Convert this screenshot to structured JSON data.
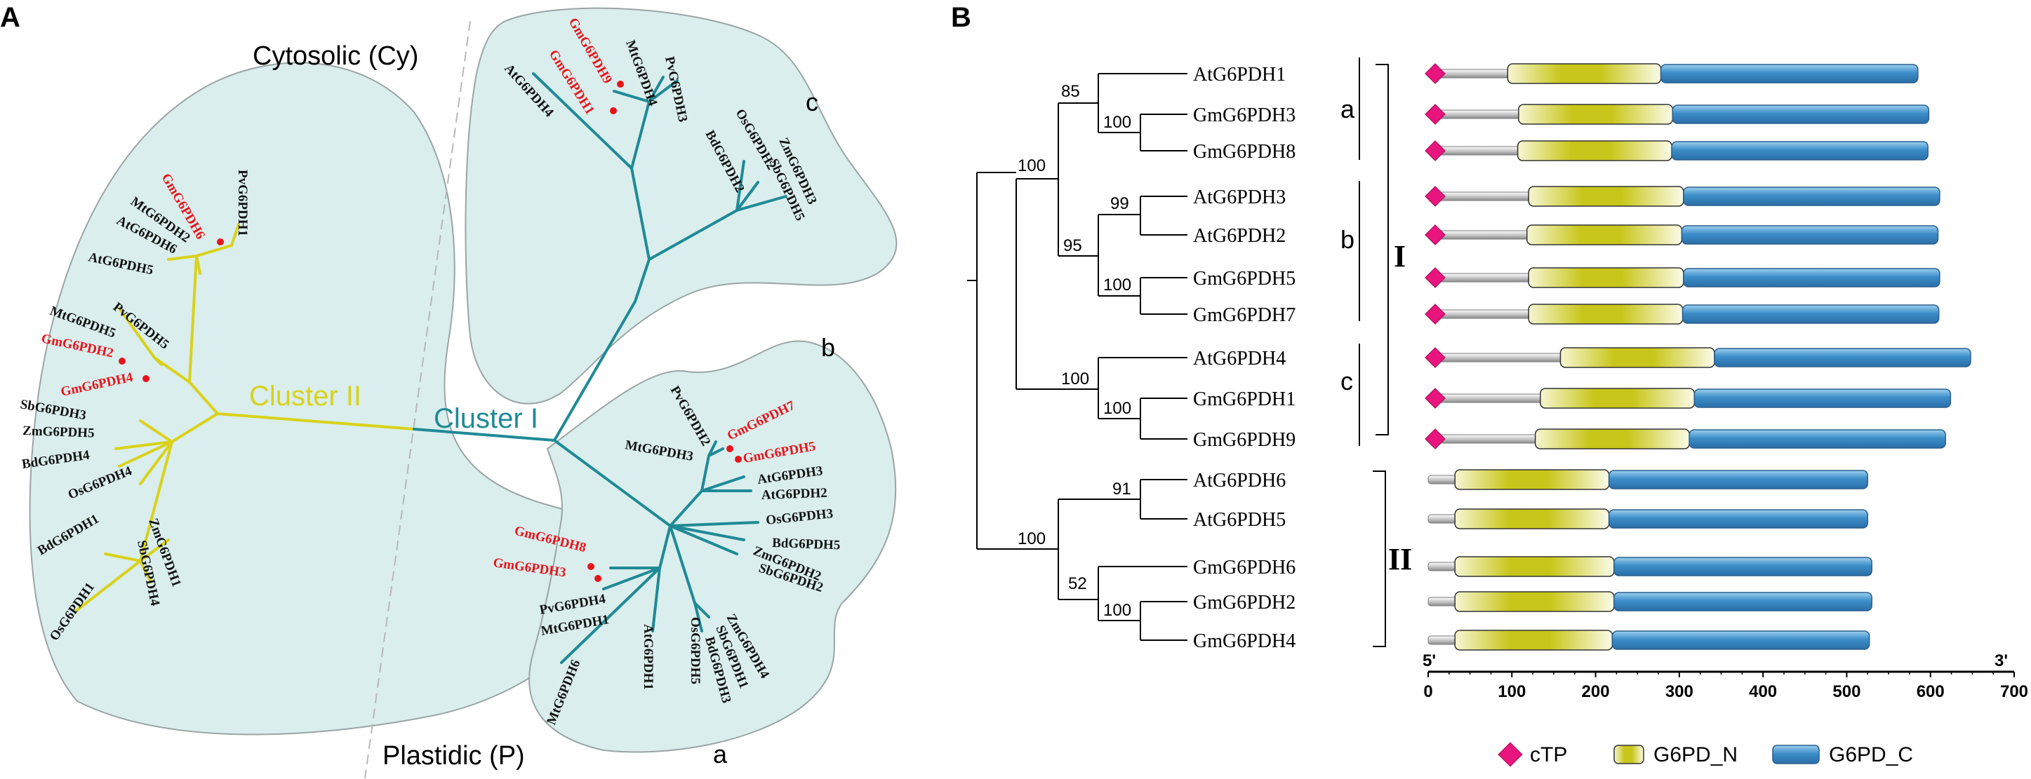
{
  "panel_a": {
    "letter": "A",
    "cytosolic_label": "Cytosolic (Cy)",
    "plastidic_label": "Plastidic (P)",
    "cluster1_label": "Cluster I",
    "cluster2_label": "Cluster II",
    "sub_a": "a",
    "sub_b": "b",
    "sub_c": "c",
    "leaves": {
      "pv1": "PvG6PDH1",
      "gm6": "GmG6PDH6",
      "mt2": "MtG6PDH2",
      "at6": "AtG6PDH6",
      "at5": "AtG6PDH5",
      "mt5": "MtG6PDH5",
      "pv5": "PvG6PDH5",
      "gm2": "GmG6PDH2",
      "gm4": "GmG6PDH4",
      "sb3": "SbG6PDH3",
      "zm5": "ZmG6PDH5",
      "bd4": "BdG6PDH4",
      "os4": "OsG6PDH4",
      "bd1": "BdG6PDH1",
      "zm1": "ZmG6PDH1",
      "sb4": "SbG6PDH4",
      "os1": "OsG6PDH1",
      "gm9": "GmG6PDH9",
      "gm1": "GmG6PDH1",
      "mt4": "MtG6PDH4",
      "pv3": "PvG6PDH3",
      "at4": "AtG6PDH4",
      "os2": "OsG6PDH2",
      "bd2": "BdG6PDH2",
      "zm3": "ZmG6PDH3",
      "sb5": "SbG6PDH5",
      "pv2": "PvG6PDH2",
      "gm7": "GmG6PDH7",
      "gm5": "GmG6PDH5",
      "mt3": "MtG6PDH3",
      "at3": "AtG6PDH3",
      "at2": "AtG6PDH2",
      "os3": "OsG6PDH3",
      "bd5": "BdG6PDH5",
      "zm2": "ZmG6PDH2",
      "sb2": "SbG6PDH2",
      "gm8": "GmG6PDH8",
      "gm3": "GmG6PDH3",
      "pv4": "PvG6PDH4",
      "mt1": "MtG6PDH1",
      "mt6": "MtG6PDH6",
      "at1": "AtG6PDH1",
      "os5": "OsG6PDH5",
      "zm4": "ZmG6PDH4",
      "sb1": "SbG6PDH1",
      "bd3": "BdG6PDH3"
    }
  },
  "panel_b": {
    "letter": "B",
    "genes": [
      "AtG6PDH1",
      "GmG6PDH3",
      "GmG6PDH8",
      "AtG6PDH3",
      "AtG6PDH2",
      "GmG6PDH5",
      "GmG6PDH7",
      "AtG6PDH4",
      "GmG6PDH1",
      "GmG6PDH9",
      "AtG6PDH6",
      "AtG6PDH5",
      "GmG6PDH6",
      "GmG6PDH2",
      "GmG6PDH4"
    ],
    "bootstrap": {
      "n_ab": "85",
      "n_a": "100",
      "n_I": "100",
      "n_b1": "99",
      "n_bc": "95",
      "n_b2": "100",
      "n_c": "100",
      "n_c2": "100",
      "n_II1": "91",
      "n_II": "100",
      "n_II2": "52",
      "n_II3": "100"
    },
    "groups": {
      "a": "a",
      "b": "b",
      "c": "c",
      "I": "I",
      "II": "II"
    },
    "axis": {
      "start_label": "5'",
      "end_label": "3'",
      "ticks": [
        "0",
        "100",
        "200",
        "300",
        "400",
        "500",
        "600",
        "700"
      ],
      "min": 0,
      "max": 700
    },
    "legend": {
      "ctp": "cTP",
      "n": "G6PD_N",
      "c": "G6PD_C"
    },
    "colors": {
      "ctp": "#e8157e",
      "n_domain": "#c8c61a",
      "c_domain": "#3d8ec9",
      "tree_cluster1": "#1f8a96",
      "tree_cluster2": "#d9d21a",
      "region_fill": "#daeeed",
      "red_label": "#e8141b"
    },
    "domains": [
      {
        "gene": "AtG6PDH1",
        "length": 585,
        "ctp": true,
        "n_start": 95,
        "n_end": 278,
        "c_start": 278,
        "c_end": 585
      },
      {
        "gene": "GmG6PDH3",
        "length": 598,
        "ctp": true,
        "n_start": 108,
        "n_end": 292,
        "c_start": 292,
        "c_end": 598
      },
      {
        "gene": "GmG6PDH8",
        "length": 597,
        "ctp": true,
        "n_start": 107,
        "n_end": 291,
        "c_start": 291,
        "c_end": 597
      },
      {
        "gene": "AtG6PDH3",
        "length": 611,
        "ctp": true,
        "n_start": 120,
        "n_end": 305,
        "c_start": 305,
        "c_end": 611
      },
      {
        "gene": "AtG6PDH2",
        "length": 609,
        "ctp": true,
        "n_start": 118,
        "n_end": 303,
        "c_start": 303,
        "c_end": 609
      },
      {
        "gene": "GmG6PDH5",
        "length": 611,
        "ctp": true,
        "n_start": 120,
        "n_end": 305,
        "c_start": 305,
        "c_end": 611
      },
      {
        "gene": "GmG6PDH7",
        "length": 610,
        "ctp": true,
        "n_start": 120,
        "n_end": 304,
        "c_start": 304,
        "c_end": 610
      },
      {
        "gene": "AtG6PDH4",
        "length": 648,
        "ctp": true,
        "n_start": 158,
        "n_end": 342,
        "c_start": 342,
        "c_end": 648
      },
      {
        "gene": "GmG6PDH1",
        "length": 624,
        "ctp": true,
        "n_start": 134,
        "n_end": 318,
        "c_start": 318,
        "c_end": 624
      },
      {
        "gene": "GmG6PDH9",
        "length": 618,
        "ctp": true,
        "n_start": 128,
        "n_end": 312,
        "c_start": 312,
        "c_end": 618
      },
      {
        "gene": "AtG6PDH6",
        "length": 525,
        "ctp": false,
        "n_start": 32,
        "n_end": 216,
        "c_start": 216,
        "c_end": 525
      },
      {
        "gene": "AtG6PDH5",
        "length": 525,
        "ctp": false,
        "n_start": 32,
        "n_end": 216,
        "c_start": 216,
        "c_end": 525
      },
      {
        "gene": "GmG6PDH6",
        "length": 530,
        "ctp": false,
        "n_start": 32,
        "n_end": 222,
        "c_start": 222,
        "c_end": 530
      },
      {
        "gene": "GmG6PDH2",
        "length": 530,
        "ctp": false,
        "n_start": 32,
        "n_end": 222,
        "c_start": 222,
        "c_end": 530
      },
      {
        "gene": "GmG6PDH4",
        "length": 527,
        "ctp": false,
        "n_start": 32,
        "n_end": 220,
        "c_start": 220,
        "c_end": 527
      }
    ]
  }
}
